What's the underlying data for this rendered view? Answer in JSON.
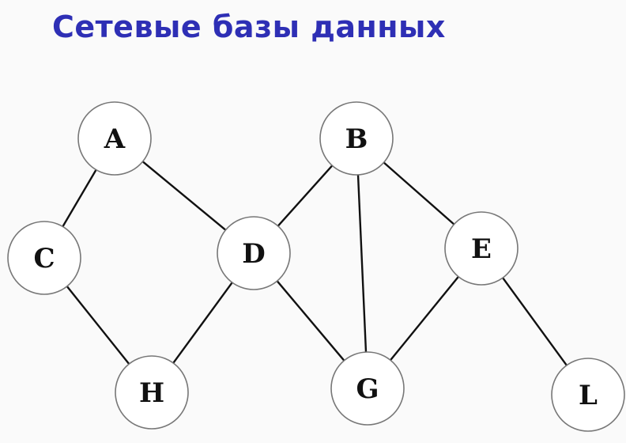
{
  "title": "Сетевые базы данных",
  "graph": {
    "nodes": [
      {
        "id": "A",
        "label": "A"
      },
      {
        "id": "B",
        "label": "B"
      },
      {
        "id": "C",
        "label": "C"
      },
      {
        "id": "D",
        "label": "D"
      },
      {
        "id": "E",
        "label": "E"
      },
      {
        "id": "H",
        "label": "H"
      },
      {
        "id": "G",
        "label": "G"
      },
      {
        "id": "L",
        "label": "L"
      }
    ],
    "edges": [
      [
        "A",
        "C"
      ],
      [
        "A",
        "D"
      ],
      [
        "C",
        "H"
      ],
      [
        "D",
        "H"
      ],
      [
        "D",
        "B"
      ],
      [
        "D",
        "G"
      ],
      [
        "B",
        "G"
      ],
      [
        "B",
        "E"
      ],
      [
        "E",
        "G"
      ],
      [
        "E",
        "L"
      ]
    ]
  }
}
